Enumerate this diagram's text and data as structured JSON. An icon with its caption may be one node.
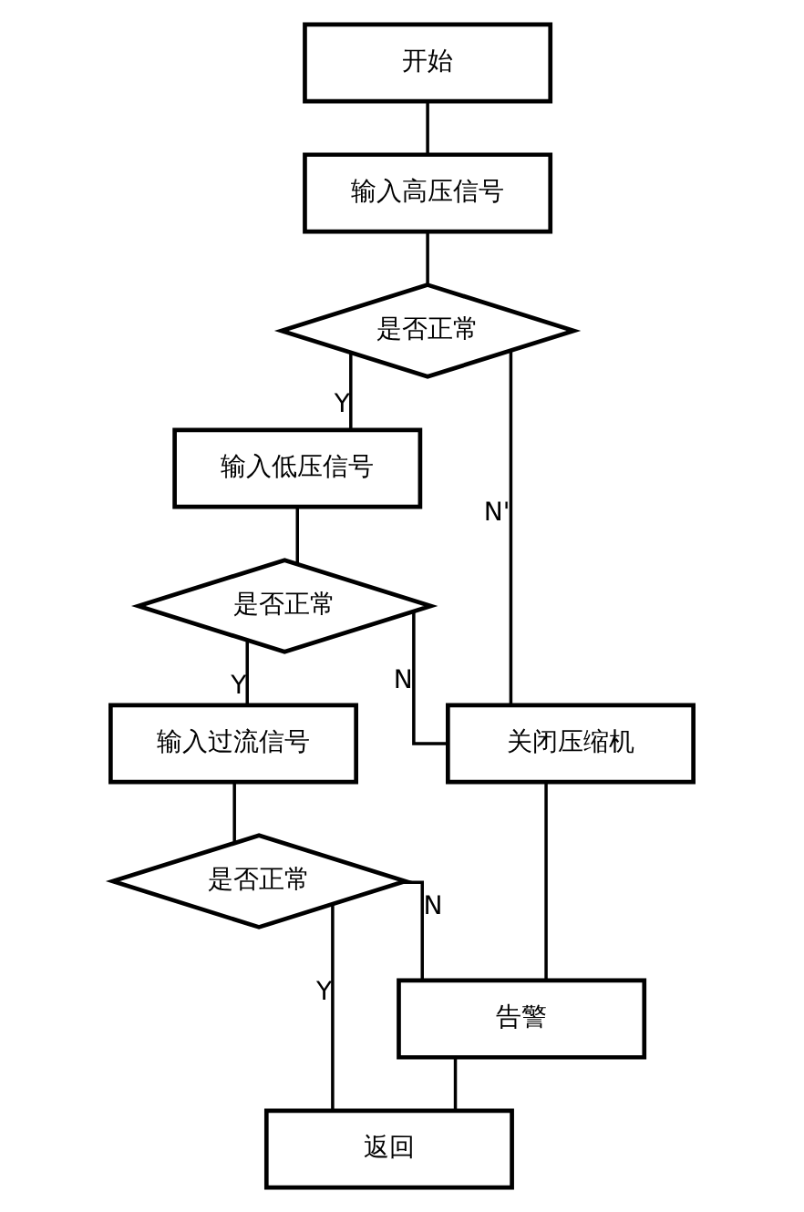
{
  "diagram": {
    "nodes": [
      {
        "text": [
          "开始"
        ]
      },
      {
        "text": [
          "输入高压信号"
        ]
      },
      {
        "text": [
          "是否正常"
        ]
      },
      {
        "text": [
          "输入低压信号"
        ]
      },
      {
        "text": [
          "是否正常"
        ]
      },
      {
        "text": [
          "输入过流信号"
        ]
      },
      {
        "text": [
          "是否正常"
        ]
      },
      {
        "text": [
          "关闭压缩机"
        ]
      },
      {
        "text": [
          "告警"
        ]
      },
      {
        "text": [
          "返回"
        ]
      }
    ],
    "edges": [
      {
        "from": 0,
        "to": 1,
        "arrow": "none"
      },
      {
        "from": 1,
        "to": 2,
        "arrow": "none"
      },
      {
        "from": 2,
        "to": 3,
        "arrow": "none",
        "label": "Y"
      },
      {
        "from": 2,
        "to": 7,
        "arrow": "none",
        "label": "N'"
      },
      {
        "from": 3,
        "to": 4,
        "arrow": "none"
      },
      {
        "from": 4,
        "to": 5,
        "arrow": "none",
        "label": "Y"
      },
      {
        "from": 4,
        "to": 7,
        "arrow": "none",
        "label": "N"
      },
      {
        "from": 5,
        "to": 6,
        "arrow": "none"
      },
      {
        "from": 6,
        "to": 8,
        "arrow": "none",
        "label": "N"
      },
      {
        "from": 7,
        "to": 8,
        "arrow": "none"
      },
      {
        "from": 6,
        "to": 9,
        "arrow": "none",
        "label": "Y"
      },
      {
        "from": 8,
        "to": 9,
        "arrow": "none"
      }
    ]
  }
}
